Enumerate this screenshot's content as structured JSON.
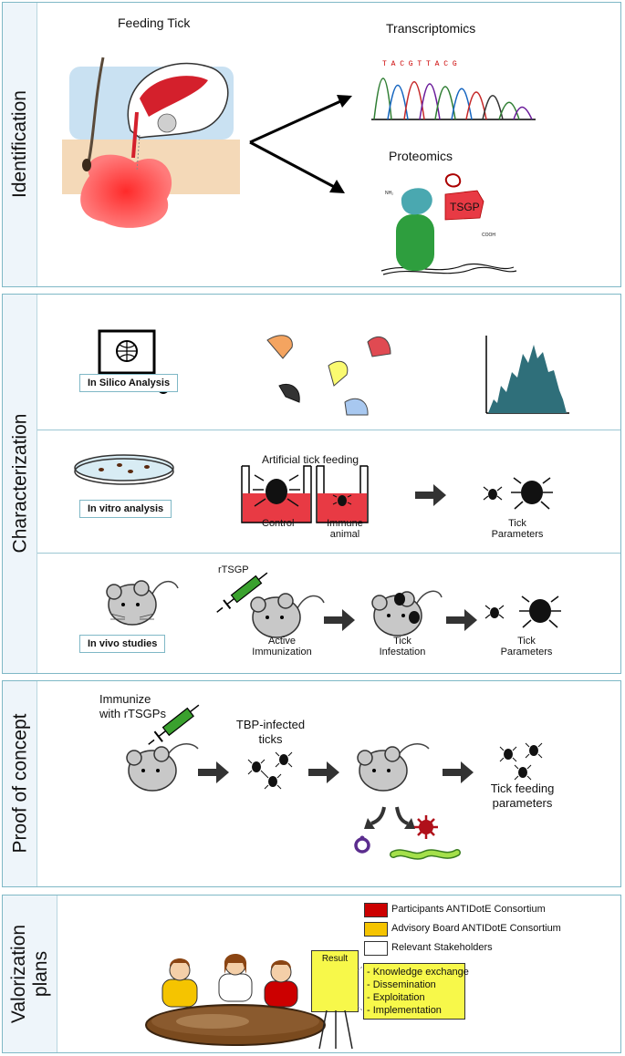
{
  "identification": {
    "side_label": "Identification",
    "feeding_tick": "Feeding Tick",
    "transcriptomics": "Transcriptomics",
    "sequence": "T A C G T T A C G",
    "proteomics": "Proteomics",
    "tsgp": "TSGP",
    "nh2": "NH₂",
    "cooh": "COOH"
  },
  "characterization": {
    "side_label": "Characterization",
    "in_silico": "In Silico Analysis",
    "in_vitro": "In vitro analysis",
    "artificial_feeding": "Artificial tick feeding",
    "control": "Control",
    "immune_animal_1": "Immune",
    "immune_animal_2": "animal",
    "tick_parameters_1": "Tick",
    "tick_parameters_2": "Parameters",
    "in_vivo": "In vivo studies",
    "rtsgp": "rTSGP",
    "active_immunization_1": "Active",
    "active_immunization_2": "Immunization",
    "tick_infestation_1": "Tick",
    "tick_infestation_2": "Infestation",
    "tick_parameters_b_1": "Tick",
    "tick_parameters_b_2": "Parameters"
  },
  "proof": {
    "side_label": "Proof of concept",
    "immunize_1": "Immunize",
    "immunize_2": "with rTSGPs",
    "tbp_1": "TBP-infected",
    "tbp_2": "ticks",
    "feeding_params_1": "Tick feeding",
    "feeding_params_2": "parameters"
  },
  "valorization": {
    "side_label_1": "Valorization",
    "side_label_2": "plans",
    "legend": [
      {
        "label": "Participants ANTIDotE Consortium",
        "color": "#cc0000"
      },
      {
        "label": "Advisory Board ANTIDotE Consortium",
        "color": "#f5c400"
      },
      {
        "label": "Relevant Stakeholders",
        "color": "#ffffff"
      }
    ],
    "result_title": "Result",
    "result_items": [
      "- Knowledge exchange",
      "- Dissemination",
      "- Exploitation",
      "- Implementation"
    ]
  },
  "colors": {
    "panel_border": "#7fb8c6",
    "sidebar_bg": "#eef5fa",
    "red_fluid": "#e8343a",
    "chart_fill": "#2f6f7a",
    "green_syringe": "#3aa12e",
    "result_yellow": "#f7f84a"
  }
}
